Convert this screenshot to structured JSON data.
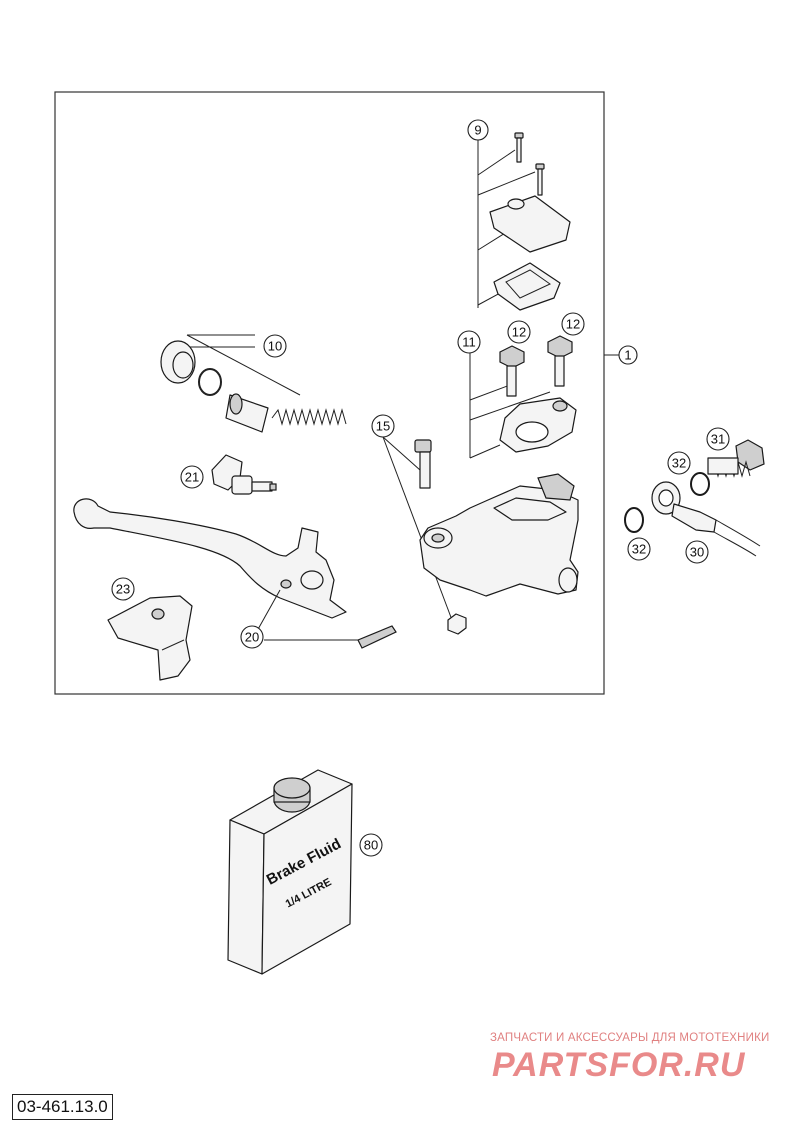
{
  "callouts": [
    {
      "id": "callout-1",
      "label": "1"
    },
    {
      "id": "callout-9",
      "label": "9"
    },
    {
      "id": "callout-10",
      "label": "10"
    },
    {
      "id": "callout-11",
      "label": "11"
    },
    {
      "id": "callout-12a",
      "label": "12"
    },
    {
      "id": "callout-12b",
      "label": "12"
    },
    {
      "id": "callout-15",
      "label": "15"
    },
    {
      "id": "callout-20",
      "label": "20"
    },
    {
      "id": "callout-21",
      "label": "21"
    },
    {
      "id": "callout-23",
      "label": "23"
    },
    {
      "id": "callout-30",
      "label": "30"
    },
    {
      "id": "callout-31",
      "label": "31"
    },
    {
      "id": "callout-32a",
      "label": "32"
    },
    {
      "id": "callout-32b",
      "label": "32"
    },
    {
      "id": "callout-80",
      "label": "80"
    }
  ],
  "bottle": {
    "title": "Brake Fluid",
    "volume": "1/4 LITRE"
  },
  "watermark": {
    "tagline": "ЗАПЧАСТИ И АКСЕССУАРЫ ДЛЯ МОТОТЕХНИКИ",
    "logo": "PARTSFOR.RU"
  },
  "footer": {
    "part_number": "03-461.13.0"
  }
}
